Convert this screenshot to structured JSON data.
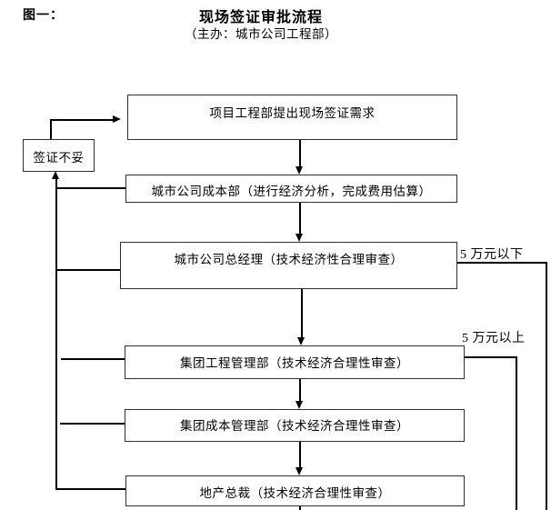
{
  "header": {
    "figure_label": "图一：",
    "title": "现场签证审批流程",
    "subtitle": "（主办：城市公司工程部）"
  },
  "flowchart": {
    "nodes": {
      "project_request": {
        "label": "项目工程部提出现场签证需求"
      },
      "visa_rejected": {
        "label": "签证不妥"
      },
      "city_cost_dept": {
        "label": "城市公司成本部（进行经济分析，完成费用估算）"
      },
      "city_gm": {
        "label": "城市公司总经理（技术经济性合理审查）"
      },
      "group_eng_dept": {
        "label": "集团工程管理部（技术经济合理性审查）"
      },
      "group_cost_dept": {
        "label": "集团成本管理部（技术经济合理性审查）"
      },
      "president": {
        "label": "地产总裁（技术经济合理性审查）"
      }
    },
    "branch_labels": {
      "below_50k": "5 万元以下",
      "above_50k": "5 万元以上"
    },
    "colors": {
      "line": "#000000",
      "box_border": "#2f2f2f",
      "background": "#ffffff",
      "text": "#000000"
    }
  }
}
